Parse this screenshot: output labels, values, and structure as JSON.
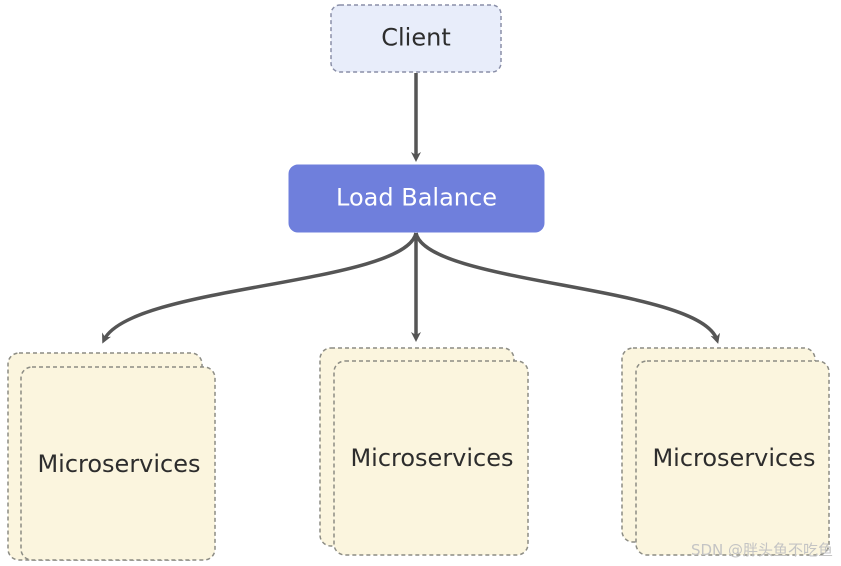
{
  "nodes": {
    "client": {
      "label": "Client"
    },
    "load_balance": {
      "label": "Load Balance"
    },
    "services": [
      {
        "label": "Microservices"
      },
      {
        "label": "Microservices"
      },
      {
        "label": "Microservices"
      }
    ]
  },
  "watermark": "SDN @胖头鱼不吃鱼",
  "colors": {
    "client_fill": "#e8edfa",
    "client_border": "#8a8fa8",
    "load_balance_fill": "#6f7fdc",
    "load_balance_text": "#ffffff",
    "service_fill": "#fbf5de",
    "service_border": "#8c8c84",
    "arrow": "#555555",
    "text": "#2d2d2d"
  }
}
